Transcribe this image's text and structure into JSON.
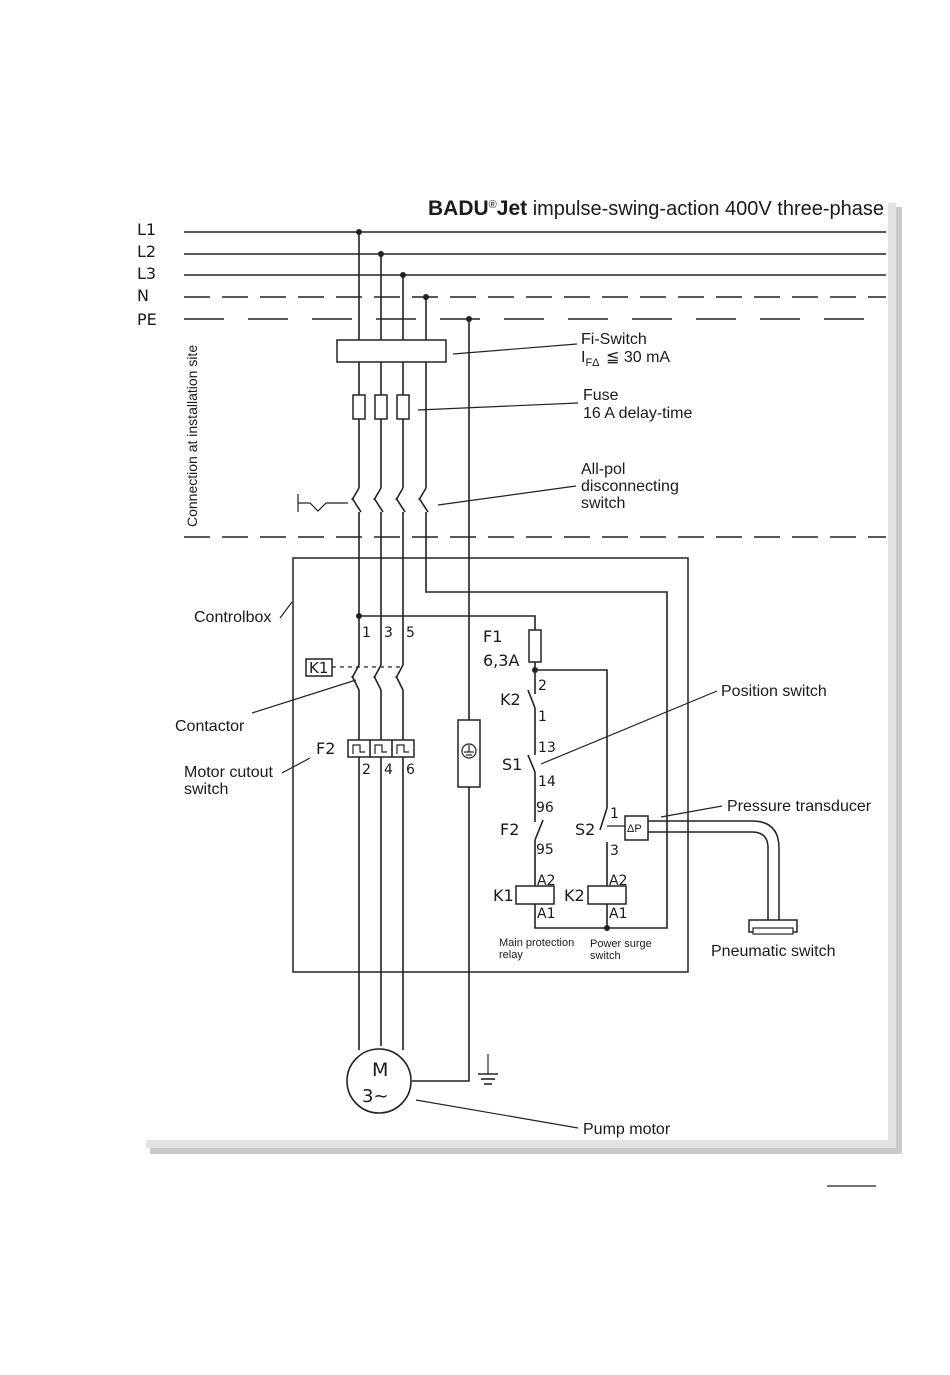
{
  "title": {
    "brand": "BADU",
    "reg": "®",
    "product": "Jet",
    "rest": " impulse-swing-action  400V   three-phase"
  },
  "lines": [
    "L1",
    "L2",
    "L3",
    "N",
    "PE"
  ],
  "side_label": "Connection at installation site",
  "callouts": {
    "fi_switch": "Fi-Switch",
    "fi_rating": "≦ 30 mA",
    "fuse": "Fuse",
    "fuse_rating": "16 A delay-time",
    "allpol_1": "All-pol",
    "allpol_2": "disconnecting",
    "allpol_3": "switch",
    "controlbox": "Controlbox",
    "contactor": "Contactor",
    "motor_cutout_1": "Motor cutout",
    "motor_cutout_2": "switch",
    "position_switch": "Position switch",
    "pressure_transducer": "Pressure transducer",
    "pneumatic_switch": "Pneumatic switch",
    "pump_motor": "Pump motor",
    "main_relay_1": "Main protection",
    "main_relay_2": "relay",
    "surge_1": "Power surge",
    "surge_2": "switch"
  },
  "components": {
    "k1": "K1",
    "k2": "K2",
    "f1": "F1",
    "f1_rating": "6,3A",
    "f2": "F2",
    "s1": "S1",
    "s2": "S2",
    "dp": "ΔP",
    "motor_m": "M",
    "motor_3": "3~"
  },
  "terminals": {
    "t1": "1",
    "t3": "3",
    "t5": "5",
    "t2": "2",
    "t4": "4",
    "t6": "6",
    "f1_2": "2",
    "k2_1": "1",
    "s1_13": "13",
    "s1_14": "14",
    "f2_96": "96",
    "f2_95": "95",
    "s2_1": "1",
    "s2_3": "3",
    "a2_k1": "A2",
    "a1_k1": "A1",
    "a2_k2": "A2",
    "a1_k2": "A1"
  }
}
